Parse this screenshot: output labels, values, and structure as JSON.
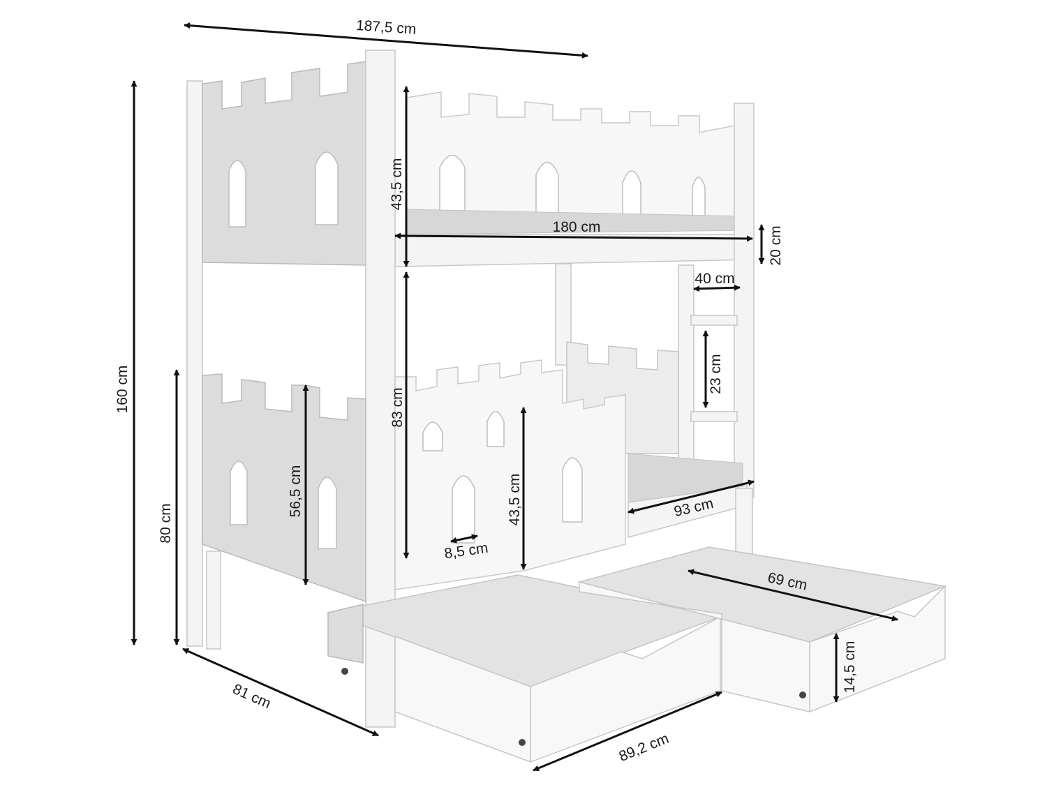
{
  "colors": {
    "line": "#111111",
    "text": "#1a1a1a",
    "furniture_light": "#f7f7f7",
    "furniture_shade": "#dcdcdc"
  },
  "dimensions": {
    "overall_length": "187,5 cm",
    "overall_height": "160 cm",
    "lower_side_height": "80 cm",
    "depth": "81 cm",
    "upper_guard_height": "43,5 cm",
    "inner_length": "180 cm",
    "rail_height": "20 cm",
    "ladder_width": "40 cm",
    "rung_spacing": "23 cm",
    "bunk_clearance": "83 cm",
    "lower_headboard_height": "56,5 cm",
    "lower_guard_height": "43,5 cm",
    "window_width": "8,5 cm",
    "inner_width": "93 cm",
    "drawer_depth": "69 cm",
    "drawer_height": "14,5 cm",
    "drawer_length": "89,2 cm"
  },
  "icons": {
    "arrow_head": "arrow-head-icon"
  }
}
